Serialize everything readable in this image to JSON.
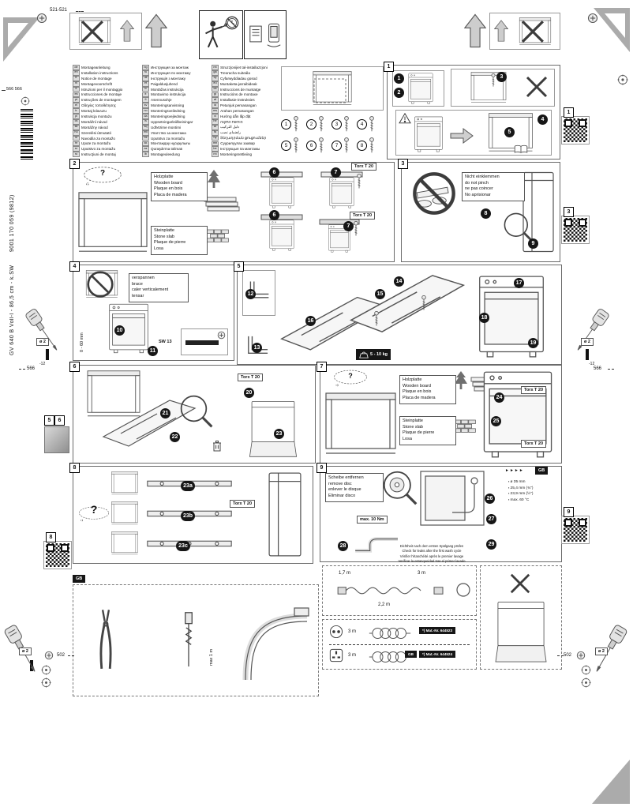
{
  "doc": {
    "model": "GV 640 B Voll-l - 86,5 cm - k.SW",
    "number": "9001 170 059 (9812)"
  },
  "dims": {
    "top": "521-521",
    "left_upper": "566 566",
    "mid_left": "566",
    "mid_right": "566",
    "bottom_left": "502",
    "bottom_right": "502",
    "drill": "ø 2",
    "depth": "-12"
  },
  "icons": {
    "qr": "qr-code",
    "screw": "screw-head",
    "target": "registration-mark",
    "warning": "warning-triangle",
    "manual": "info-manual"
  },
  "languages": {
    "col1": [
      {
        "code": "de",
        "label": "Montageanleitung"
      },
      {
        "code": "en",
        "label": "Installation instructions"
      },
      {
        "code": "fr",
        "label": "Notice de montage"
      },
      {
        "code": "nl",
        "label": "Montagevoorschrift"
      },
      {
        "code": "it",
        "label": "Istruzioni per il montaggio"
      },
      {
        "code": "es",
        "label": "Instrucciones de montaje"
      },
      {
        "code": "pt",
        "label": "Instruções de montagem"
      },
      {
        "code": "el",
        "label": "Οδηγίες τοποθέτησης"
      },
      {
        "code": "tr",
        "label": "Montaj kılavuzu"
      },
      {
        "code": "pl",
        "label": "Instrukcja montażu"
      },
      {
        "code": "cs",
        "label": "Montážní návod"
      },
      {
        "code": "sk",
        "label": "Montážny návod"
      },
      {
        "code": "hu",
        "label": "Szerelési útmutató"
      },
      {
        "code": "sl",
        "label": "Navodila za montažo"
      },
      {
        "code": "hr",
        "label": "Upute za montažu"
      },
      {
        "code": "sr",
        "label": "Uputstvo za montažu"
      },
      {
        "code": "ro",
        "label": "Instrucţiuni de montaj"
      }
    ],
    "col2": [
      {
        "code": "bg",
        "label": "Инструкция за монтаж"
      },
      {
        "code": "ru",
        "label": "Инструкция по монтажу"
      },
      {
        "code": "uk",
        "label": "Інструкція з монтажу"
      },
      {
        "code": "et",
        "label": "Paigaldusjuhend"
      },
      {
        "code": "lv",
        "label": "Montāžas instrukcija"
      },
      {
        "code": "lt",
        "label": "Montavimo instrukcija"
      },
      {
        "code": "fi",
        "label": "Asennusohje"
      },
      {
        "code": "sv",
        "label": "Monteringsanvisning"
      },
      {
        "code": "no",
        "label": "Monteringsveiledning"
      },
      {
        "code": "da",
        "label": "Monteringsvejledning"
      },
      {
        "code": "is",
        "label": "Uppsetningarleiðbeiningar"
      },
      {
        "code": "sq",
        "label": "Udhëzime montimi"
      },
      {
        "code": "mk",
        "label": "Упатство за монтажа"
      },
      {
        "code": "bs",
        "label": "Uputstvo za montažu"
      },
      {
        "code": "kk",
        "label": "Монтаждау нұсқаулығы"
      },
      {
        "code": "az",
        "label": "Quraşdırma təlimatı"
      },
      {
        "code": "lb",
        "label": "Montageuleedung"
      }
    ],
    "col3": [
      {
        "code": "mt",
        "label": "Struzzjonijiet tal-installazzjoni"
      },
      {
        "code": "ga",
        "label": "Treoracha suiteála"
      },
      {
        "code": "cy",
        "label": "Cyfarwyddiadau gosod"
      },
      {
        "code": "eu",
        "label": "Muntaketa-jarraibideak"
      },
      {
        "code": "ca",
        "label": "Instruccions de muntatge"
      },
      {
        "code": "gl",
        "label": "Instrucións de montaxe"
      },
      {
        "code": "af",
        "label": "Installasie-instruksies"
      },
      {
        "code": "id",
        "label": "Petunjuk pemasangan"
      },
      {
        "code": "ms",
        "label": "Arahan pemasangan"
      },
      {
        "code": "vi",
        "label": "Hướng dẫn lắp đặt"
      },
      {
        "code": "he",
        "label": "הוראות התקנה"
      },
      {
        "code": "ar",
        "label": "دليل التركيب"
      },
      {
        "code": "fa",
        "label": "راهنمای نصب"
      },
      {
        "code": "hy",
        "label": "Տեղադրման ցուցումներ"
      },
      {
        "code": "mn",
        "label": "Суурилуулах заавар"
      },
      {
        "code": "be",
        "label": "Інструкцыя па мантажы"
      },
      {
        "code": "nn",
        "label": "Monteringsrettleiing"
      }
    ]
  },
  "hardware": {
    "items": [
      {
        "id": "1"
      },
      {
        "id": "2"
      },
      {
        "id": "3"
      },
      {
        "id": "4"
      },
      {
        "id": "5"
      },
      {
        "id": "6"
      },
      {
        "id": "7"
      },
      {
        "id": "8"
      }
    ]
  },
  "refs": {
    "a": "5",
    "b": "6"
  },
  "panels": {
    "p1": {
      "num": "1",
      "steps": [
        "1",
        "2",
        "3",
        "4",
        "5"
      ],
      "qr": "1"
    },
    "p2": {
      "num": "2",
      "q": "?",
      "wood": [
        "Holzplatte",
        "Wooden board",
        "Plaque en bois",
        "Placa de madera"
      ],
      "stone": [
        "Steinplatte",
        "Stone slab",
        "Plaque de pierre",
        "Losa"
      ],
      "torx": "Torx T 20",
      "steps": [
        "6",
        "7"
      ]
    },
    "p3": {
      "num": "3",
      "warning": [
        "Nicht einklemmen",
        "do not pinch",
        "ne pas coincer",
        "No aprisionar"
      ],
      "steps": [
        "8",
        "9"
      ],
      "qr": "3"
    },
    "p4": {
      "num": "4",
      "brace": [
        "verspannen",
        "brace",
        "caler verticalement",
        "tensar"
      ],
      "range": "0 - 60 mm",
      "wrench": "SW 13",
      "steps": [
        "10",
        "11"
      ]
    },
    "p5": {
      "num": "5",
      "weight": "5 - 10 kg",
      "steps": [
        "12",
        "13",
        "14",
        "15",
        "16",
        "17",
        "18",
        "19"
      ]
    },
    "p6": {
      "num": "6",
      "torx": "Torx T 20",
      "steps": [
        "20",
        "21",
        "22",
        "23"
      ]
    },
    "p7": {
      "num": "7",
      "q": "?",
      "wood": [
        "Holzplatte",
        "Wooden board",
        "Plaque en bois",
        "Placa de madera"
      ],
      "stone": [
        "Steinplatte",
        "Stone slab",
        "Plaque de pierre",
        "Losa"
      ],
      "torx": "Torx T 20",
      "steps": [
        "24",
        "25"
      ]
    },
    "p8": {
      "num": "8",
      "q": "?",
      "torx": "Torx T 20",
      "steps": [
        "23a",
        "23b",
        "23c"
      ],
      "qr": "8"
    },
    "p9": {
      "num": "9",
      "disc": [
        "Scheibe ent­fernen",
        "remove disc",
        "enlever le disque",
        "Eliminar disco"
      ],
      "torque": "max. 10 Nm",
      "fittings": [
        "ø 35 mm",
        "25,4 mm (¾\")",
        "23,9 mm (½\")",
        "max. 60 °C"
      ],
      "arrows": "►►►►",
      "gb": "GB",
      "note": [
        "Dichtheit nach dem ersten Spülgang prüfen",
        "Check for leaks after the first wash cycle",
        "Vérifier l'étanchéité après le premier lavage",
        "Verificar la estanqueidad tras el primer lavado"
      ],
      "steps": [
        "26",
        "27",
        "28",
        "29"
      ],
      "qr": "9"
    }
  },
  "gbpanel": {
    "label": "GB",
    "dim": "max 1 m"
  },
  "hoses": {
    "l1": "1,7 m",
    "l2": "2,2 m",
    "l3": "3 m"
  },
  "cords": [
    {
      "len": "3 m",
      "mat": "*) Mat.-Nr. 644523",
      "region": ""
    },
    {
      "len": "3 m",
      "mat": "*) Mat.-Nr. 644524",
      "region": "GB"
    }
  ]
}
